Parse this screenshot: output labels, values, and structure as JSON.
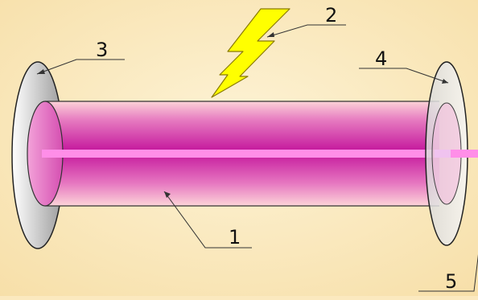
{
  "labels": {
    "rod": "1",
    "flash": "2",
    "left_mirror": "3",
    "right_mirror": "4",
    "output_beam": "5"
  },
  "colors": {
    "background": "#fbe9bf",
    "rod_center": "#c4169c",
    "rod_edge": "#fcd2d8",
    "beam": "#ff8ee8",
    "mirror_fill": "#d9d9d9",
    "mirror_edge": "#222222",
    "flash_fill": "#ffff00",
    "flash_edge": "#8a7a00",
    "leader_line": "#333333"
  }
}
